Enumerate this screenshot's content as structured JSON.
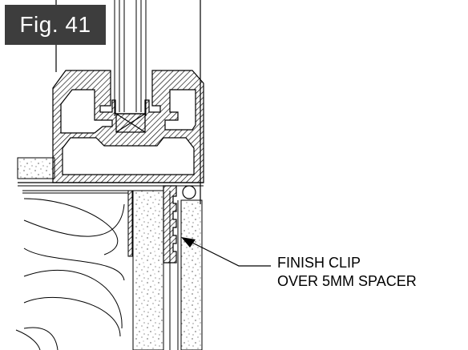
{
  "figure": {
    "label": "Fig. 41"
  },
  "annotation": {
    "line1": "FINISH CLIP",
    "line2": "OVER 5MM SPACER"
  },
  "colors": {
    "label_background": "#3d3d3d",
    "label_text": "#ffffff",
    "ink": "#000000",
    "background": "#ffffff"
  }
}
